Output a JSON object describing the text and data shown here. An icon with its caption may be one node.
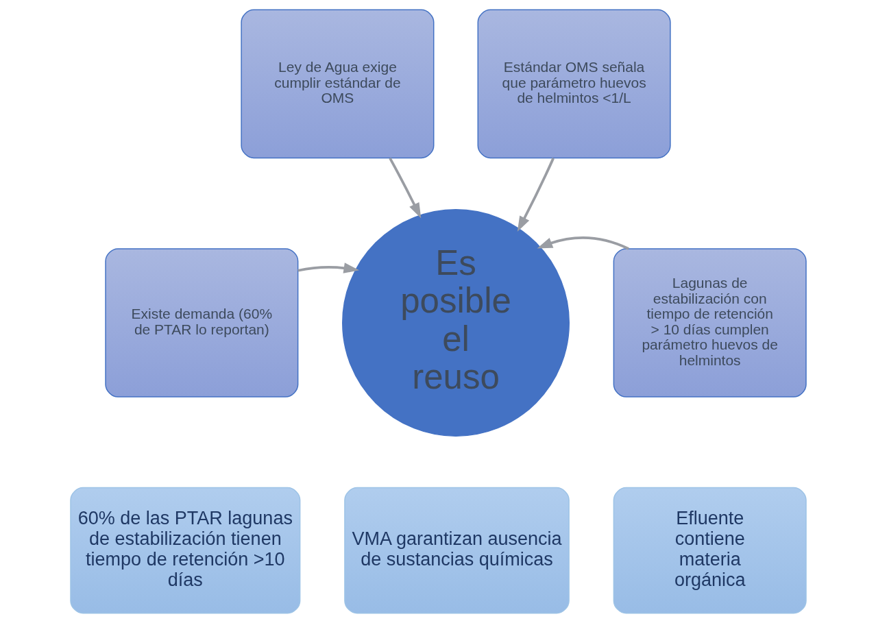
{
  "diagram": {
    "nodes": [
      {
        "text": [
          "Ley de Agua exige cumplir estándar de OMS"
        ]
      },
      {
        "text": [
          "Estándar OMS señala que parámetro huevos de helmintos <1/L"
        ]
      },
      {
        "text": [
          "Existe demanda (60% de PTAR lo reportan)"
        ]
      },
      {
        "text": [
          "Es posible el reuso"
        ]
      },
      {
        "text": [
          "Lagunas de estabilización con tiempo de retención > 10 días cumplen parámetro huevos de helmintos"
        ]
      },
      {
        "text": [
          "60% de las PTAR lagunas de estabilización tienen tiempo de retención >10 días"
        ]
      },
      {
        "text": [
          "VMA garantizan ausencia de sustancias químicas"
        ]
      },
      {
        "text": [
          "Efluente contiene materia orgánica"
        ]
      }
    ],
    "edges": [
      {
        "from": 0,
        "to": 3,
        "arrow": "to"
      },
      {
        "from": 1,
        "to": 3,
        "arrow": "to"
      },
      {
        "from": 2,
        "to": 3,
        "arrow": "to"
      },
      {
        "from": 4,
        "to": 3,
        "arrow": "to"
      }
    ]
  }
}
